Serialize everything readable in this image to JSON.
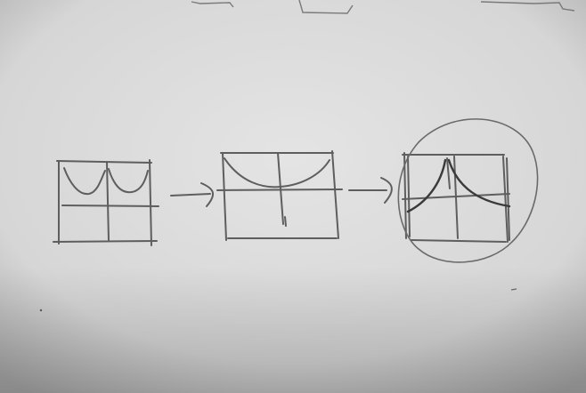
{
  "photo": {
    "background_color": "#e2e2e2",
    "vignette_color": "#9a9a9a",
    "pencil_color": "#5e5e5e",
    "dark_pencil_color": "#3a3a3a"
  },
  "sketches": [
    {
      "name": "grid-two-upper-arcs",
      "description_icon": "grid-icon"
    },
    {
      "name": "grid-wide-curve",
      "description_icon": "grid-icon"
    },
    {
      "name": "grid-peak-curve-circled",
      "description_icon": "grid-icon"
    }
  ],
  "arrows": [
    {
      "name": "arrow-1",
      "icon": "arrow-right-icon"
    },
    {
      "name": "arrow-2",
      "icon": "arrow-right-icon"
    }
  ],
  "circle": {
    "icon": "circle-icon"
  }
}
